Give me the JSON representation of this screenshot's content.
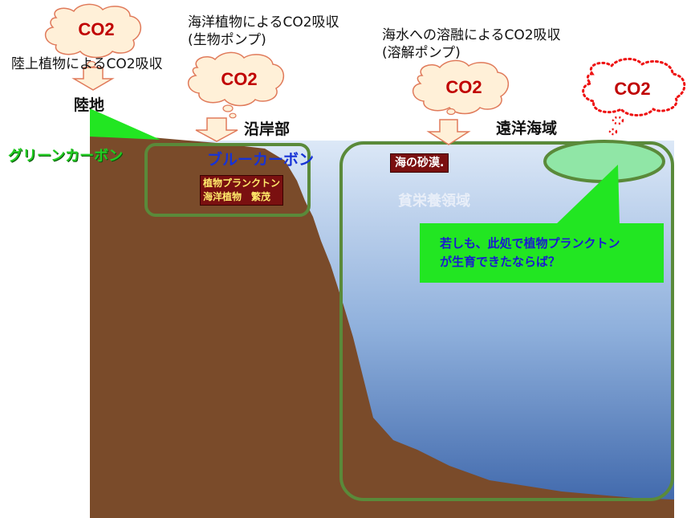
{
  "co2_label": "CO2",
  "land": {
    "caption": "陸上植物によるCO2吸収",
    "name": "陸地",
    "green_carbon": "グリーンカーボン"
  },
  "coast": {
    "caption_line1": "海洋植物によるCO2吸収",
    "caption_line2": "(生物ポンプ)",
    "name": "沿岸部",
    "blue_carbon": "ブルーカーボン",
    "plankton_line1": "植物プランクトン",
    "plankton_line2": "海洋植物　繁茂"
  },
  "ocean": {
    "caption_line1": "海水への溶融によるCO2吸収",
    "caption_line2": "(溶解ポンプ)",
    "name": "遠洋海域",
    "desert": "海の砂漠.",
    "oligotrophic": "貧栄養領域",
    "callout_line1": "若しも、此処で植物プランクトン",
    "callout_line2": "が生育できたならば？"
  },
  "colors": {
    "sky_top": "#ffffff",
    "sea_top": "#d8e6f6",
    "sea_bottom": "#3a63a8",
    "ground": "#7a4b2a",
    "region_outline": "#5a8a3a",
    "green": "#22e622",
    "cloud_fill": "#fff0d8",
    "cloud_edge": "#e07a5a",
    "co2_text": "#c00000"
  },
  "icons": {
    "cloud": "cloud-shape",
    "arrow": "block-arrow-down",
    "dashed_cloud": "dotted-cloud-shape"
  }
}
